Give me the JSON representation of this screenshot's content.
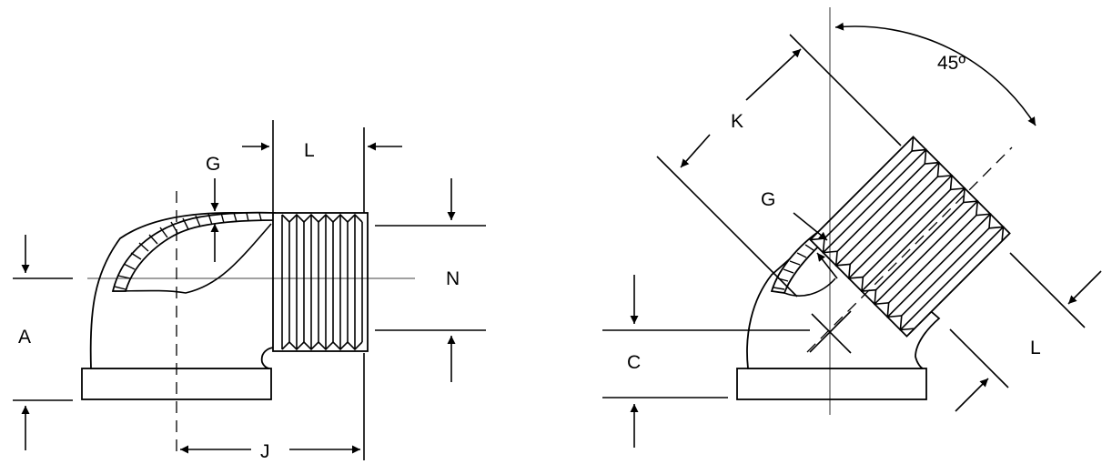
{
  "diagram": {
    "labels": {
      "g_left": "G",
      "l_left": "L",
      "n": "N",
      "a": "A",
      "j": "J",
      "k": "K",
      "angle": "45º",
      "g_right": "G",
      "c": "C",
      "l_right": "L"
    }
  }
}
